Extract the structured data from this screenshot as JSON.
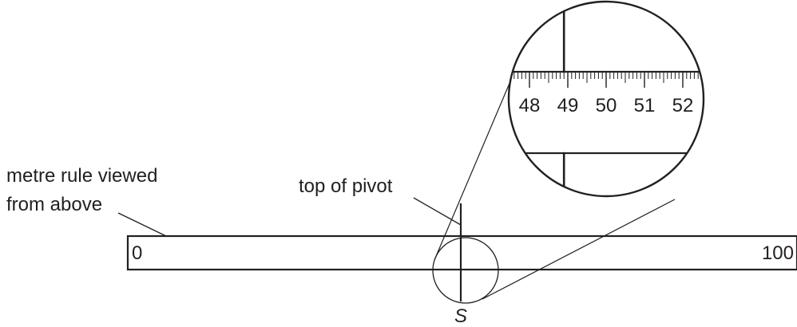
{
  "labels": {
    "rule_line1": "metre rule viewed",
    "rule_line2": "from above",
    "pivot": "top of pivot",
    "pivot_symbol": "S"
  },
  "rule": {
    "start_label": "0",
    "end_label": "100"
  },
  "magnifier": {
    "scale_labels": [
      "48",
      "49",
      "50",
      "51",
      "52"
    ],
    "pivot_reading": 48.9
  },
  "colors": {
    "ink": "#231f20",
    "background": "#ffffff"
  }
}
